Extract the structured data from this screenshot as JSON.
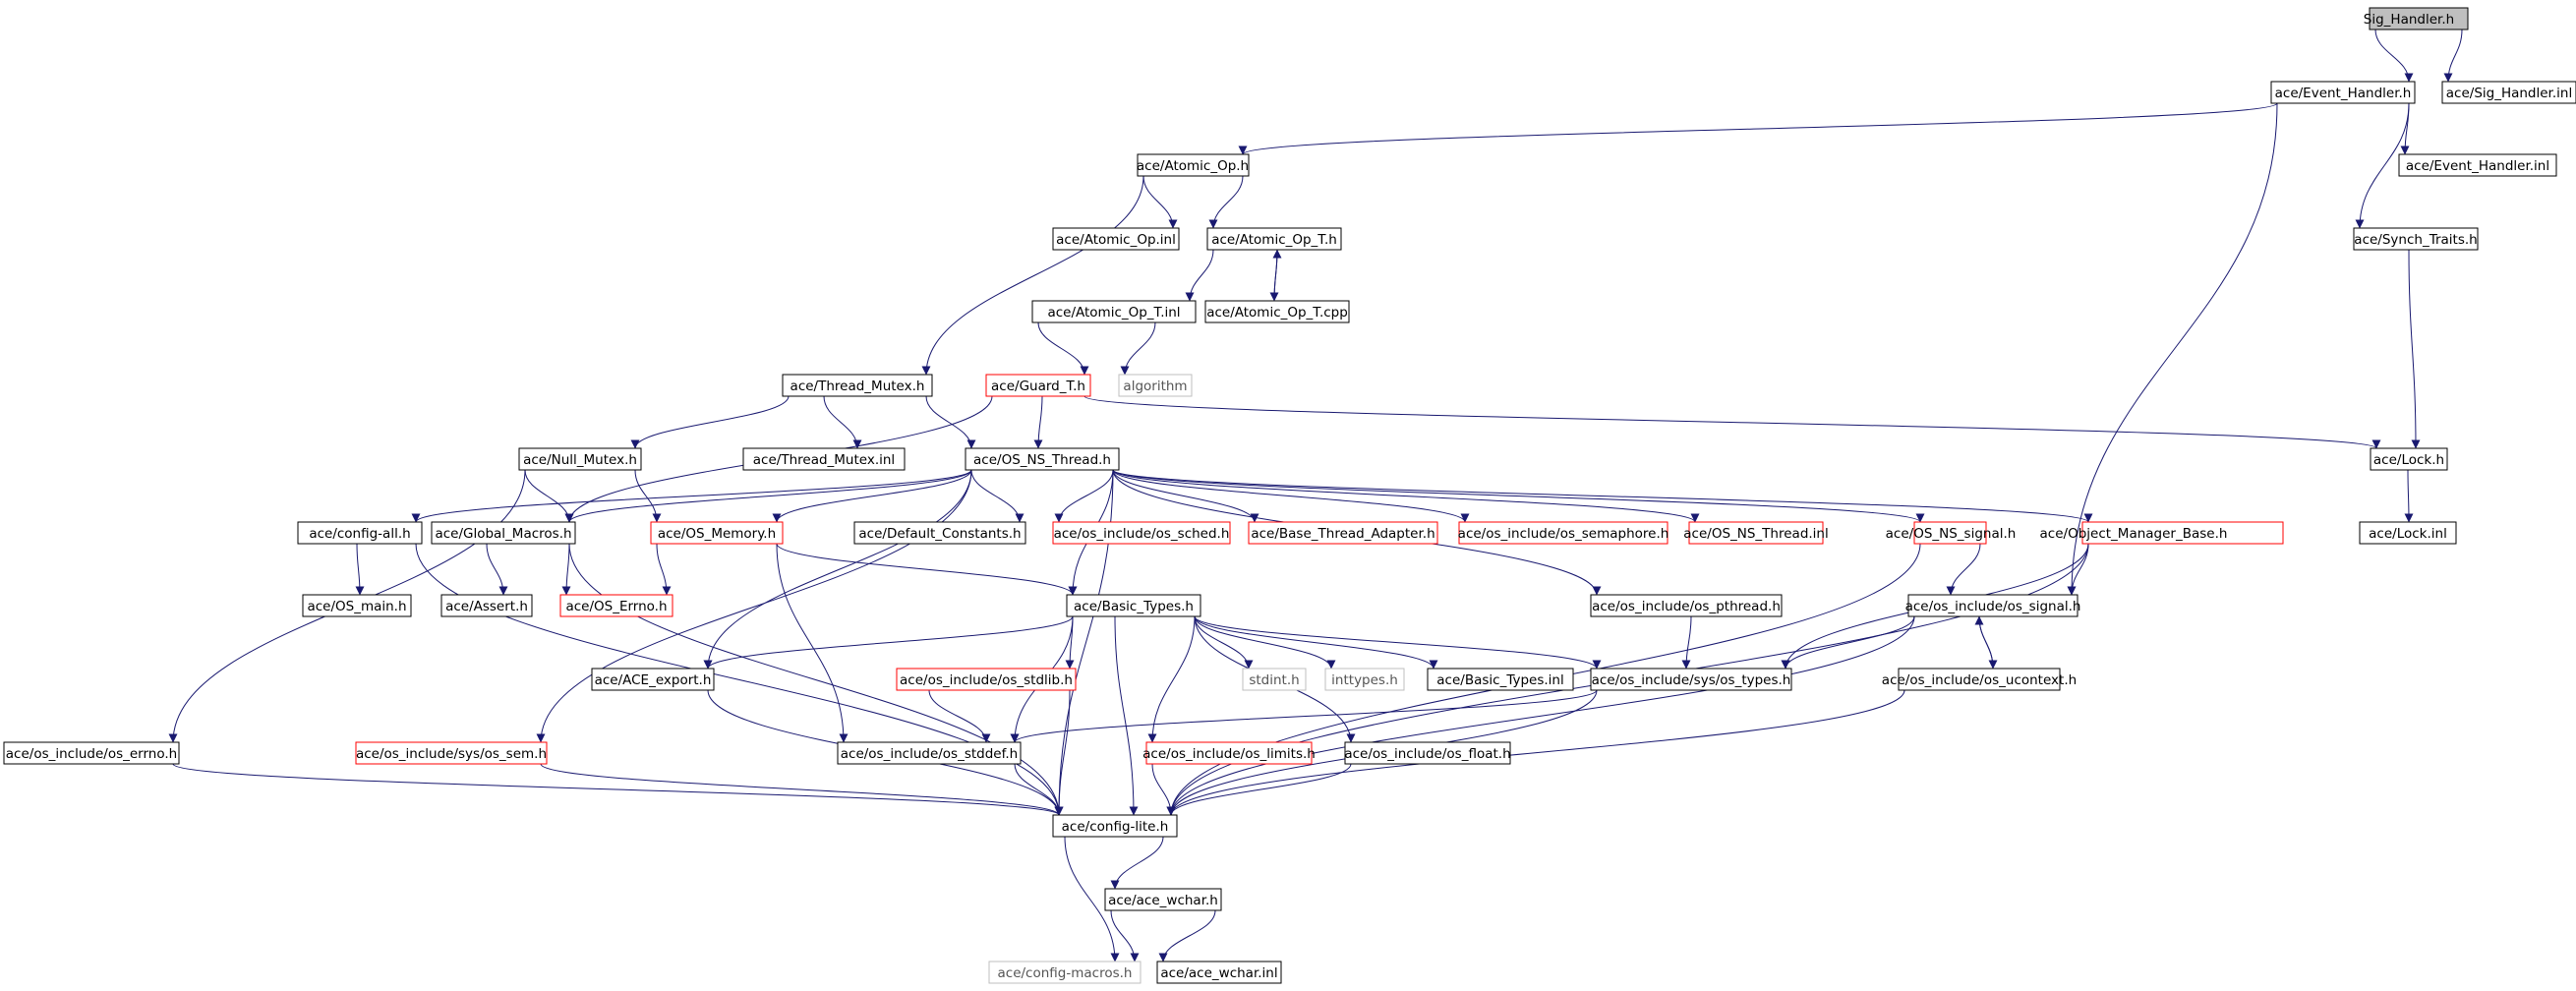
{
  "colors": {
    "edge": "#191970",
    "box_normal": "#000000",
    "box_truncated": "#ff0000",
    "box_external": "#bfbfbf",
    "root_fill": "#bfbfbf",
    "label_normal": "#000000",
    "label_external": "#555555"
  },
  "nodes": [
    {
      "id": "sig_handler_h",
      "label": "Sig_Handler.h",
      "style": "root"
    },
    {
      "id": "event_handler_h",
      "label": "ace/Event_Handler.h",
      "style": "normal"
    },
    {
      "id": "sig_handler_inl",
      "label": "ace/Sig_Handler.inl",
      "style": "normal"
    },
    {
      "id": "atomic_op_h",
      "label": "ace/Atomic_Op.h",
      "style": "normal"
    },
    {
      "id": "event_handler_inl",
      "label": "ace/Event_Handler.inl",
      "style": "normal"
    },
    {
      "id": "atomic_op_inl",
      "label": "ace/Atomic_Op.inl",
      "style": "normal"
    },
    {
      "id": "atomic_op_t_h",
      "label": "ace/Atomic_Op_T.h",
      "style": "normal"
    },
    {
      "id": "synch_traits_h",
      "label": "ace/Synch_Traits.h",
      "style": "normal"
    },
    {
      "id": "atomic_op_t_inl",
      "label": "ace/Atomic_Op_T.inl",
      "style": "normal"
    },
    {
      "id": "atomic_op_t_cpp",
      "label": "ace/Atomic_Op_T.cpp",
      "style": "normal"
    },
    {
      "id": "thread_mutex_h",
      "label": "ace/Thread_Mutex.h",
      "style": "normal"
    },
    {
      "id": "guard_t_h",
      "label": "ace/Guard_T.h",
      "style": "truncated"
    },
    {
      "id": "algorithm",
      "label": "algorithm",
      "style": "external"
    },
    {
      "id": "null_mutex_h",
      "label": "ace/Null_Mutex.h",
      "style": "normal"
    },
    {
      "id": "thread_mutex_inl",
      "label": "ace/Thread_Mutex.inl",
      "style": "normal"
    },
    {
      "id": "os_ns_thread_h",
      "label": "ace/OS_NS_Thread.h",
      "style": "normal"
    },
    {
      "id": "lock_h",
      "label": "ace/Lock.h",
      "style": "normal"
    },
    {
      "id": "config_all_h",
      "label": "ace/config-all.h",
      "style": "normal"
    },
    {
      "id": "global_macros_h",
      "label": "ace/Global_Macros.h",
      "style": "normal"
    },
    {
      "id": "os_memory_h",
      "label": "ace/OS_Memory.h",
      "style": "truncated"
    },
    {
      "id": "default_constants_h",
      "label": "ace/Default_Constants.h",
      "style": "normal"
    },
    {
      "id": "os_sched_h",
      "label": "ace/os_include/os_sched.h",
      "style": "truncated"
    },
    {
      "id": "base_thread_adapter_h",
      "label": "ace/Base_Thread_Adapter.h",
      "style": "truncated"
    },
    {
      "id": "os_semaphore_h",
      "label": "ace/os_include/os_semaphore.h",
      "style": "truncated"
    },
    {
      "id": "os_ns_thread_inl",
      "label": "ace/OS_NS_Thread.inl",
      "style": "truncated"
    },
    {
      "id": "os_ns_signal_h",
      "label": "ace/OS_NS_signal.h",
      "style": "truncated"
    },
    {
      "id": "object_manager_base_h",
      "label": "ace/Object_Manager_Base.h",
      "style": "truncated"
    },
    {
      "id": "lock_inl",
      "label": "ace/Lock.inl",
      "style": "normal"
    },
    {
      "id": "os_main_h",
      "label": "ace/OS_main.h",
      "style": "normal"
    },
    {
      "id": "assert_h",
      "label": "ace/Assert.h",
      "style": "normal"
    },
    {
      "id": "os_errno_ace_h",
      "label": "ace/OS_Errno.h",
      "style": "truncated"
    },
    {
      "id": "basic_types_h",
      "label": "ace/Basic_Types.h",
      "style": "normal"
    },
    {
      "id": "os_pthread_h",
      "label": "ace/os_include/os_pthread.h",
      "style": "normal"
    },
    {
      "id": "os_signal_h",
      "label": "ace/os_include/os_signal.h",
      "style": "normal"
    },
    {
      "id": "ace_export_h",
      "label": "ace/ACE_export.h",
      "style": "normal"
    },
    {
      "id": "os_stdlib_h",
      "label": "ace/os_include/os_stdlib.h",
      "style": "truncated"
    },
    {
      "id": "stdint_h",
      "label": "stdint.h",
      "style": "external"
    },
    {
      "id": "inttypes_h",
      "label": "inttypes.h",
      "style": "external"
    },
    {
      "id": "basic_types_inl",
      "label": "ace/Basic_Types.inl",
      "style": "normal"
    },
    {
      "id": "os_types_h",
      "label": "ace/os_include/sys/os_types.h",
      "style": "normal"
    },
    {
      "id": "os_ucontext_h",
      "label": "ace/os_include/os_ucontext.h",
      "style": "normal"
    },
    {
      "id": "os_errno_h",
      "label": "ace/os_include/os_errno.h",
      "style": "normal"
    },
    {
      "id": "os_sem_h",
      "label": "ace/os_include/sys/os_sem.h",
      "style": "truncated"
    },
    {
      "id": "os_stddef_h",
      "label": "ace/os_include/os_stddef.h",
      "style": "normal"
    },
    {
      "id": "os_limits_h",
      "label": "ace/os_include/os_limits.h",
      "style": "truncated"
    },
    {
      "id": "os_float_h",
      "label": "ace/os_include/os_float.h",
      "style": "normal"
    },
    {
      "id": "config_lite_h",
      "label": "ace/config-lite.h",
      "style": "normal"
    },
    {
      "id": "ace_wchar_h",
      "label": "ace/ace_wchar.h",
      "style": "normal"
    },
    {
      "id": "config_macros_h",
      "label": "ace/config-macros.h",
      "style": "external"
    },
    {
      "id": "ace_wchar_inl",
      "label": "ace/ace_wchar.inl",
      "style": "normal"
    }
  ],
  "edges": [
    [
      "sig_handler_h",
      "event_handler_h"
    ],
    [
      "sig_handler_h",
      "sig_handler_inl"
    ],
    [
      "event_handler_h",
      "atomic_op_h"
    ],
    [
      "event_handler_h",
      "event_handler_inl"
    ],
    [
      "event_handler_h",
      "synch_traits_h"
    ],
    [
      "event_handler_h",
      "os_signal_h"
    ],
    [
      "atomic_op_h",
      "atomic_op_inl"
    ],
    [
      "atomic_op_h",
      "atomic_op_t_h"
    ],
    [
      "atomic_op_h",
      "thread_mutex_h"
    ],
    [
      "atomic_op_t_h",
      "atomic_op_t_inl"
    ],
    [
      "atomic_op_t_h",
      "atomic_op_t_cpp"
    ],
    [
      "atomic_op_t_cpp",
      "atomic_op_t_h"
    ],
    [
      "atomic_op_t_inl",
      "guard_t_h"
    ],
    [
      "atomic_op_t_inl",
      "algorithm"
    ],
    [
      "synch_traits_h",
      "lock_h"
    ],
    [
      "thread_mutex_h",
      "null_mutex_h"
    ],
    [
      "thread_mutex_h",
      "thread_mutex_inl"
    ],
    [
      "thread_mutex_h",
      "os_ns_thread_h"
    ],
    [
      "guard_t_h",
      "os_ns_thread_h"
    ],
    [
      "guard_t_h",
      "global_macros_h"
    ],
    [
      "guard_t_h",
      "lock_h"
    ],
    [
      "lock_h",
      "lock_inl"
    ],
    [
      "null_mutex_h",
      "global_macros_h"
    ],
    [
      "null_mutex_h",
      "os_memory_h"
    ],
    [
      "null_mutex_h",
      "os_errno_h"
    ],
    [
      "os_ns_thread_h",
      "config_all_h"
    ],
    [
      "os_ns_thread_h",
      "global_macros_h"
    ],
    [
      "os_ns_thread_h",
      "os_memory_h"
    ],
    [
      "os_ns_thread_h",
      "default_constants_h"
    ],
    [
      "os_ns_thread_h",
      "os_sched_h"
    ],
    [
      "os_ns_thread_h",
      "base_thread_adapter_h"
    ],
    [
      "os_ns_thread_h",
      "os_semaphore_h"
    ],
    [
      "os_ns_thread_h",
      "os_ns_thread_inl"
    ],
    [
      "os_ns_thread_h",
      "os_ns_signal_h"
    ],
    [
      "os_ns_thread_h",
      "object_manager_base_h"
    ],
    [
      "os_ns_thread_h",
      "basic_types_h"
    ],
    [
      "os_ns_thread_h",
      "os_pthread_h"
    ],
    [
      "os_ns_thread_h",
      "os_sem_h"
    ],
    [
      "os_ns_thread_h",
      "config_lite_h"
    ],
    [
      "os_ns_thread_h",
      "ace_export_h"
    ],
    [
      "config_all_h",
      "os_main_h"
    ],
    [
      "config_all_h",
      "config_lite_h"
    ],
    [
      "global_macros_h",
      "assert_h"
    ],
    [
      "global_macros_h",
      "os_errno_ace_h"
    ],
    [
      "global_macros_h",
      "config_lite_h"
    ],
    [
      "os_memory_h",
      "os_errno_ace_h"
    ],
    [
      "os_memory_h",
      "basic_types_h"
    ],
    [
      "os_memory_h",
      "os_stddef_h"
    ],
    [
      "basic_types_h",
      "ace_export_h"
    ],
    [
      "basic_types_h",
      "os_stdlib_h"
    ],
    [
      "basic_types_h",
      "stdint_h"
    ],
    [
      "basic_types_h",
      "inttypes_h"
    ],
    [
      "basic_types_h",
      "basic_types_inl"
    ],
    [
      "basic_types_h",
      "os_types_h"
    ],
    [
      "basic_types_h",
      "os_stddef_h"
    ],
    [
      "basic_types_h",
      "os_limits_h"
    ],
    [
      "basic_types_h",
      "os_float_h"
    ],
    [
      "basic_types_h",
      "config_lite_h"
    ],
    [
      "os_pthread_h",
      "os_types_h"
    ],
    [
      "os_ns_signal_h",
      "os_signal_h"
    ],
    [
      "os_ns_signal_h",
      "config_lite_h"
    ],
    [
      "object_manager_base_h",
      "os_signal_h"
    ],
    [
      "object_manager_base_h",
      "os_types_h"
    ],
    [
      "object_manager_base_h",
      "config_lite_h"
    ],
    [
      "os_signal_h",
      "os_types_h"
    ],
    [
      "os_signal_h",
      "os_ucontext_h"
    ],
    [
      "os_signal_h",
      "config_lite_h"
    ],
    [
      "os_ucontext_h",
      "os_signal_h"
    ],
    [
      "os_ucontext_h",
      "config_lite_h"
    ],
    [
      "os_types_h",
      "os_stddef_h"
    ],
    [
      "os_types_h",
      "config_lite_h"
    ],
    [
      "ace_export_h",
      "config_lite_h"
    ],
    [
      "os_stdlib_h",
      "os_stddef_h"
    ],
    [
      "os_stdlib_h",
      "config_lite_h"
    ],
    [
      "os_errno_h",
      "config_lite_h"
    ],
    [
      "os_sem_h",
      "config_lite_h"
    ],
    [
      "os_stddef_h",
      "config_lite_h"
    ],
    [
      "os_limits_h",
      "config_lite_h"
    ],
    [
      "os_float_h",
      "config_lite_h"
    ],
    [
      "config_lite_h",
      "ace_wchar_h"
    ],
    [
      "config_lite_h",
      "config_macros_h"
    ],
    [
      "ace_wchar_h",
      "config_macros_h"
    ],
    [
      "ace_wchar_h",
      "ace_wchar_inl"
    ]
  ]
}
